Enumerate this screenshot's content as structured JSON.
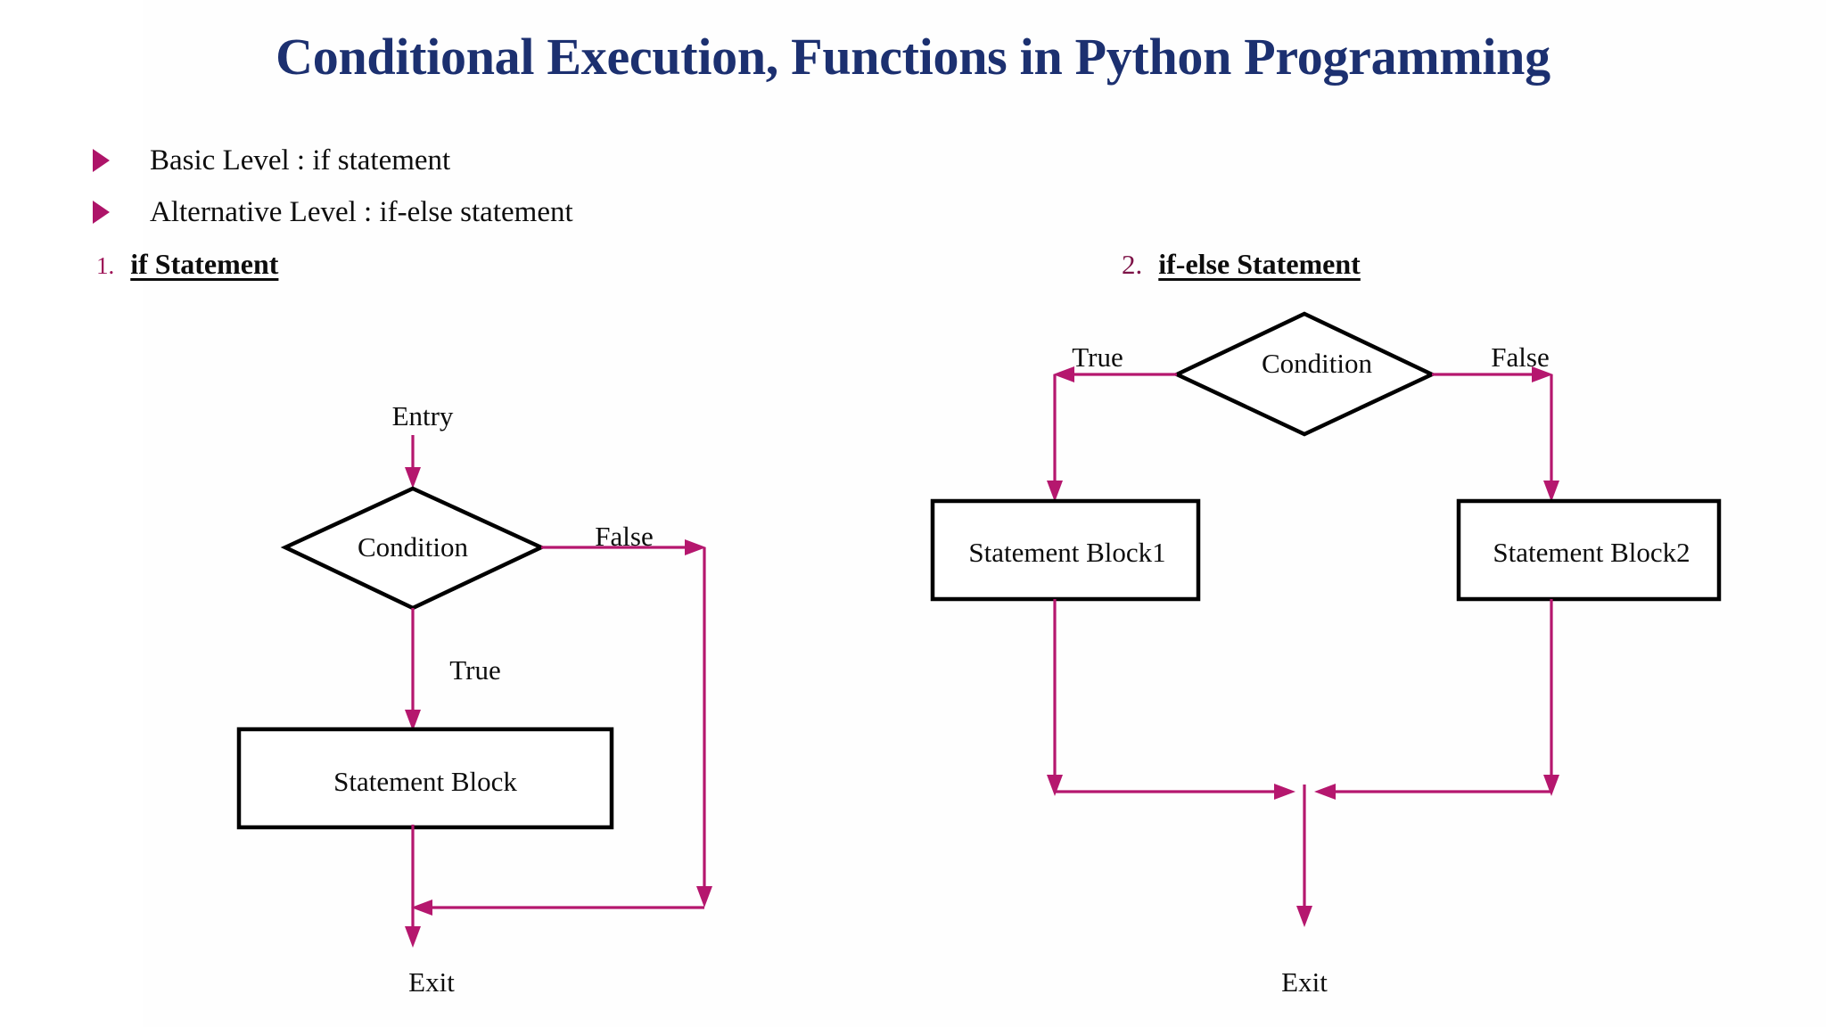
{
  "slide": {
    "title": "Conditional Execution, Functions in Python Programming",
    "background_color": "#ffffff",
    "title_color": "#1C3070",
    "accent_color": "#B5176E"
  },
  "bullets": [
    {
      "marker": "triangle-bullet-icon",
      "text": "Basic Level : if statement"
    },
    {
      "marker": "triangle-bullet-icon",
      "text": "Alternative Level : if-else statement"
    }
  ],
  "sections": [
    {
      "number": "1.",
      "label": "if Statement",
      "number_color": "#9E1257"
    },
    {
      "number": "2.",
      "label": "if-else Statement",
      "number_color": "#7D1347"
    }
  ],
  "flowcharts": {
    "if_statement": {
      "entry_label": "Entry",
      "decision_label": "Condition",
      "true_label": "True",
      "false_label": "False",
      "process_label": "Statement Block",
      "exit_label": "Exit"
    },
    "if_else_statement": {
      "decision_label": "Condition",
      "true_label": "True",
      "false_label": "False",
      "process_label_1": "Statement Block1",
      "process_label_2": "Statement Block2",
      "exit_label": "Exit"
    }
  }
}
